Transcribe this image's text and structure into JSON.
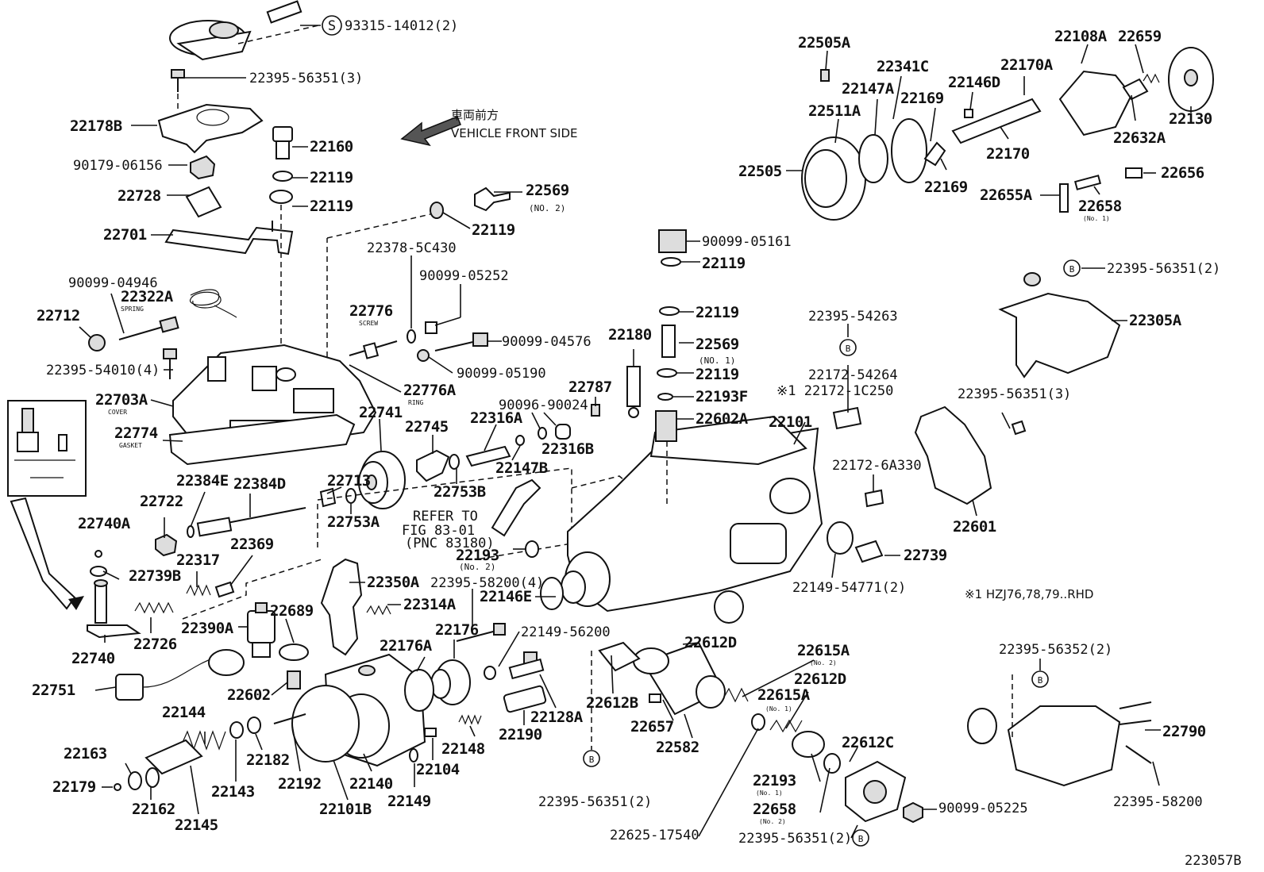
{
  "diagram_id": "223057B",
  "direction_label_jp": "車両前方",
  "direction_label_en": "VEHICLE FRONT SIDE",
  "footnote": "※1 HZJ76,78,79..RHD",
  "refer_to": [
    "REFER TO",
    "FIG 83-01",
    "(PNC 83180)"
  ],
  "callouts": {
    "c1": "93315-14012(2)",
    "c2": "22395-56351(3)",
    "c3": "22178B",
    "c4": "90179-06156",
    "c5": "22728",
    "c6": "22701",
    "c7": "22160",
    "c8": "22119",
    "c9": "22119",
    "c10": "22569",
    "c10s": "(NO. 2)",
    "c11": "22119",
    "c12": "22378-5C430",
    "c13": "90099-05252",
    "c14": "90099-04946",
    "c15": "22322A",
    "c15s": "SPRING",
    "c16": "22712",
    "c17": "22776",
    "c17s": "SCREW",
    "c18": "90099-04576",
    "c19": "22395-54010(4)",
    "c20": "90099-05190",
    "c21": "22776A",
    "c21s": "RING",
    "c22": "22703A",
    "c22s": "COVER",
    "c23": "22774",
    "c23s": "GASKET",
    "c24": "22741",
    "c25": "22745",
    "c26": "22316A",
    "c27": "90096-90024",
    "c28": "22316B",
    "c29": "22147B",
    "c30": "22753B",
    "c31": "22713",
    "c32": "22753A",
    "c33": "22384E",
    "c34": "22384D",
    "c35": "22722",
    "c36": "22740A",
    "c37": "22739B",
    "c38": "22317",
    "c39": "22369",
    "c40": "22350A",
    "c41": "22314A",
    "c42": "22395-58200(4)",
    "c43": "22146E",
    "c44": "22193",
    "c44s": "(No. 2)",
    "c45": "22740",
    "c46": "22726",
    "c47": "22390A",
    "c48": "22689",
    "c49": "22751",
    "c50": "22602",
    "c51": "22176",
    "c52": "22176A",
    "c53": "22149-56200",
    "c54": "22128A",
    "c55": "22190",
    "c56": "22148",
    "c57": "22104",
    "c58": "22149",
    "c59": "22144",
    "c60": "22163",
    "c61": "22179",
    "c62": "22162",
    "c63": "22145",
    "c64": "22143",
    "c65": "22182",
    "c66": "22192",
    "c67": "22140",
    "c68": "22101B",
    "c69": "22505A",
    "c70": "22341C",
    "c71": "22108A",
    "c72": "22659",
    "c73": "22511A",
    "c74": "22147A",
    "c75": "22169",
    "c76": "22146D",
    "c77": "22170A",
    "c78": "22130",
    "c79": "22505",
    "c80": "22169",
    "c81": "22170",
    "c82": "22632A",
    "c83": "22656",
    "c84": "22655A",
    "c85": "22658",
    "c85s": "(No. 1)",
    "c86": "90099-05161",
    "c87": "22119",
    "c88": "22395-56351(2)",
    "c89": "22305A",
    "c90": "22119",
    "c91": "22180",
    "c92": "22569",
    "c92s": "(NO. 1)",
    "c93": "22119",
    "c94": "22395-54263",
    "c95": "22787",
    "c96": "22193F",
    "c97": "22172-54264",
    "c98": "※1 22172-1C250",
    "c99": "22602A",
    "c100": "22101",
    "c101": "22395-56351(3)",
    "c102": "22172-6A330",
    "c103": "22601",
    "c104": "22739",
    "c105": "22149-54771(2)",
    "c106": "22612D",
    "c107": "22615A",
    "c107s": "(No. 2)",
    "c108": "22612B",
    "c109": "22612D",
    "c110": "22615A",
    "c110s": "(No. 1)",
    "c111": "22657",
    "c112": "22582",
    "c113": "22612C",
    "c114": "22395-56352(2)",
    "c115": "22790",
    "c116": "22395-56351(2)",
    "c117": "22193",
    "c117s": "(No. 1)",
    "c118": "22658",
    "c118s": "(No. 2)",
    "c119": "90099-05225",
    "c120": "22395-58200",
    "c121": "22625-17540",
    "c122": "22395-56351(2)"
  },
  "markers": {
    "s": "S",
    "b": "B"
  }
}
